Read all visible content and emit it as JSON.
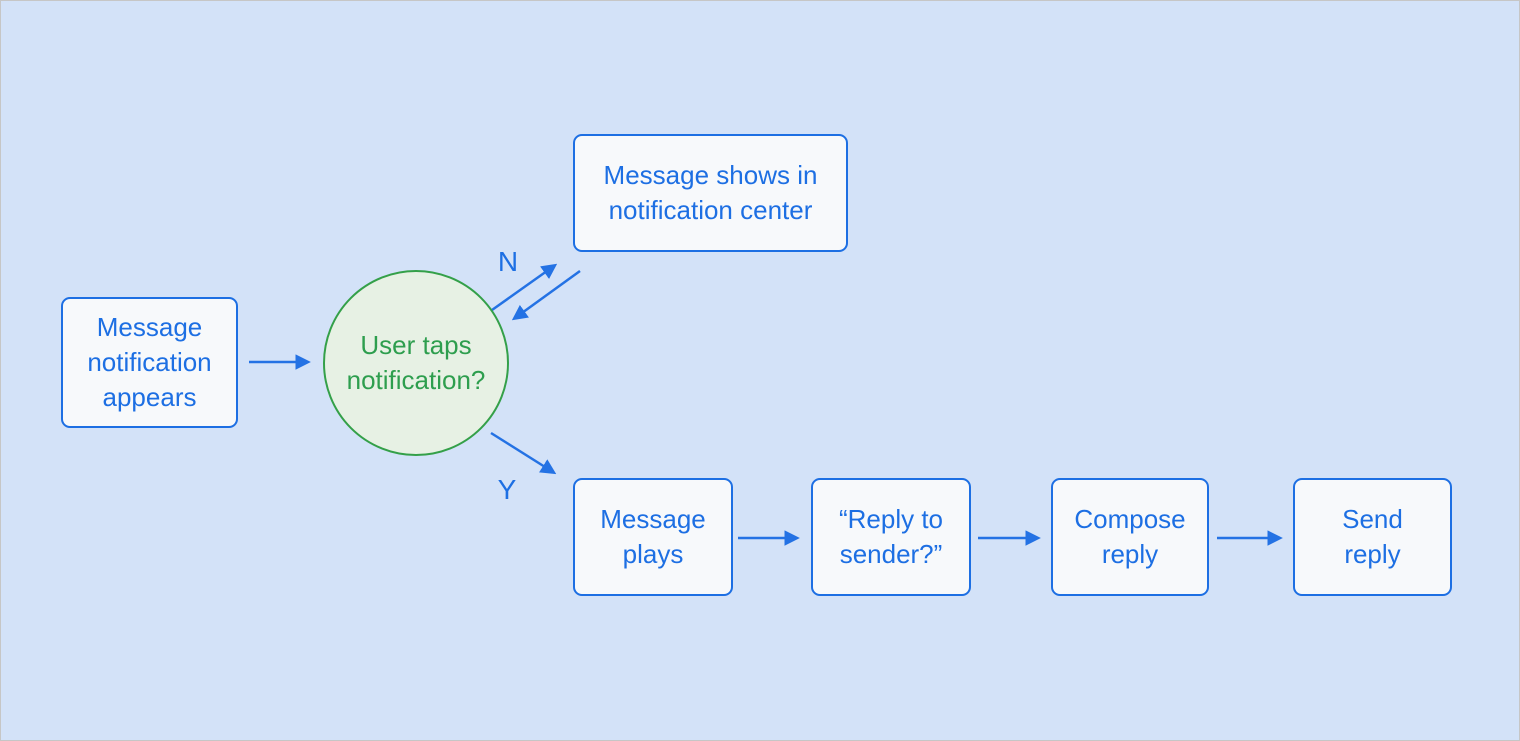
{
  "diagram_type": "flowchart",
  "colors": {
    "background": "#d3e2f8",
    "frame_border": "#c6c6c6",
    "node_fill": "#f7f9fb",
    "node_border": "#1d6fe3",
    "node_text": "#1d6fe3",
    "arrow": "#2472e4",
    "decision_fill": "#e7f1e4",
    "decision_border": "#34a049",
    "decision_text": "#2e9e4e"
  },
  "nodes": {
    "start": {
      "label": "Message notification appears",
      "shape": "rectangle"
    },
    "decision": {
      "label": "User taps notification?",
      "shape": "circle"
    },
    "notification_center": {
      "label": "Message shows in notification center",
      "shape": "rectangle"
    },
    "message_plays": {
      "label": "Message plays",
      "shape": "rectangle"
    },
    "reply_prompt": {
      "label": "“Reply to sender?”",
      "shape": "rectangle"
    },
    "compose_reply": {
      "label": "Compose reply",
      "shape": "rectangle"
    },
    "send_reply": {
      "label": "Send reply",
      "shape": "rectangle"
    }
  },
  "edge_labels": {
    "no": "N",
    "yes": "Y"
  },
  "edges": [
    {
      "from": "start",
      "to": "decision",
      "label": ""
    },
    {
      "from": "decision",
      "to": "notification_center",
      "label": "N",
      "bidirectional": true
    },
    {
      "from": "decision",
      "to": "message_plays",
      "label": "Y"
    },
    {
      "from": "message_plays",
      "to": "reply_prompt",
      "label": ""
    },
    {
      "from": "reply_prompt",
      "to": "compose_reply",
      "label": ""
    },
    {
      "from": "compose_reply",
      "to": "send_reply",
      "label": ""
    }
  ]
}
